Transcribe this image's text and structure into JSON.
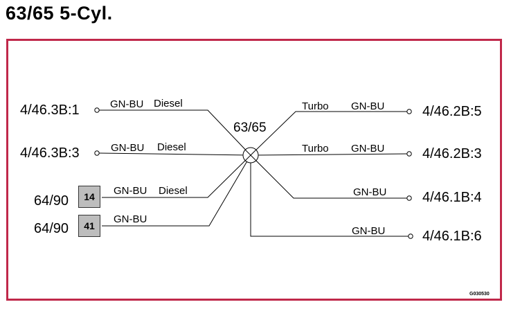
{
  "title": "63/65 5-Cyl.",
  "hub_label": "63/65",
  "doc_code": "G030530",
  "frame_color": "#c0284a",
  "left": {
    "t1": {
      "terminal": "4/46.3B:1",
      "color": "GN-BU",
      "function": "Diesel"
    },
    "t2": {
      "terminal": "4/46.3B:3",
      "color": "GN-BU",
      "function": "Diesel"
    },
    "t3": {
      "terminal": "64/90",
      "pin": "14",
      "color": "GN-BU",
      "function": "Diesel"
    },
    "t4": {
      "terminal": "64/90",
      "pin": "41",
      "color": "GN-BU"
    }
  },
  "right": {
    "t1": {
      "terminal": "4/46.2B:5",
      "color": "GN-BU",
      "function": "Turbo"
    },
    "t2": {
      "terminal": "4/46.2B:3",
      "color": "GN-BU",
      "function": "Turbo"
    },
    "t3": {
      "terminal": "4/46.1B:4",
      "color": "GN-BU"
    },
    "t4": {
      "terminal": "4/46.1B:6",
      "color": "GN-BU"
    }
  }
}
